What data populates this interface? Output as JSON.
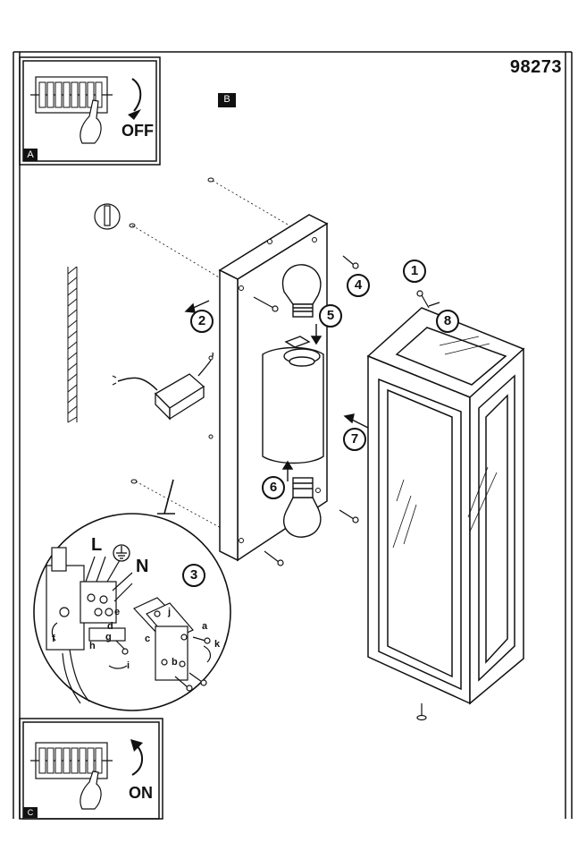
{
  "model_number": "98273",
  "panels": {
    "a": {
      "label": "A",
      "switch_state": "OFF"
    },
    "b": {
      "label": "B"
    },
    "c": {
      "label": "C",
      "switch_state": "ON"
    }
  },
  "steps": [
    "1",
    "2",
    "3",
    "4",
    "5",
    "6",
    "7",
    "8"
  ],
  "wiring": {
    "live": "L",
    "neutral": "N",
    "parts": [
      "a",
      "b",
      "c",
      "d",
      "e",
      "f",
      "g",
      "h",
      "i",
      "j",
      "k"
    ]
  },
  "icons": [
    "circuit-breaker-icon",
    "hand-icon",
    "lamp-bulb-icon",
    "screw-icon",
    "ground-symbol-icon",
    "wall-hatch-icon"
  ],
  "colors": {
    "line": "#111111",
    "background": "#ffffff"
  }
}
